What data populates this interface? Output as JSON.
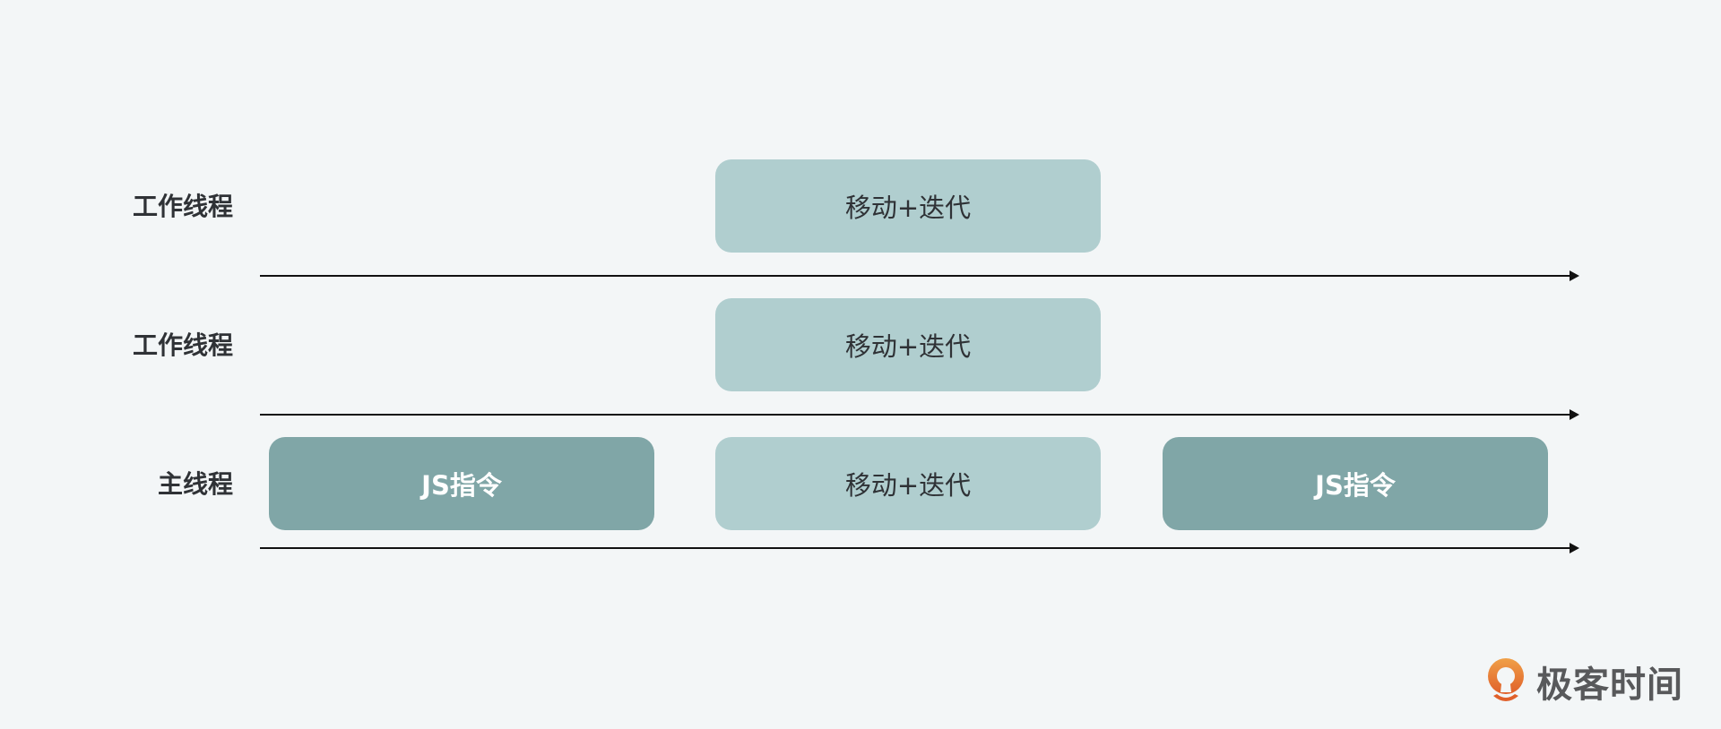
{
  "diagram": {
    "lanes": [
      {
        "label": "工作线程",
        "tasks": [
          {
            "label": "移动+迭代",
            "style": "light"
          }
        ]
      },
      {
        "label": "工作线程",
        "tasks": [
          {
            "label": "移动+迭代",
            "style": "light"
          }
        ]
      },
      {
        "label": "主线程",
        "tasks": [
          {
            "label": "JS指令",
            "style": "dark"
          },
          {
            "label": "移动+迭代",
            "style": "light"
          },
          {
            "label": "JS指令",
            "style": "dark"
          }
        ]
      }
    ],
    "colors": {
      "background": "#f3f6f7",
      "light_task": "#b0cecf",
      "dark_task": "#80a6a7",
      "arrow": "#111111",
      "logo_orange": "#e8732b"
    }
  },
  "logo": {
    "text": "极客时间",
    "icon": "geektime-logo-icon"
  }
}
